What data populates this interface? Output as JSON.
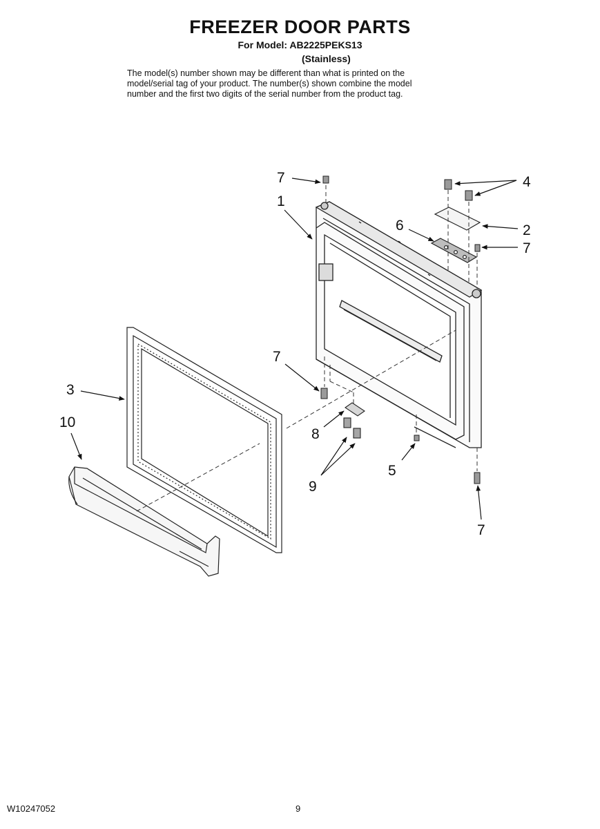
{
  "header": {
    "title": "FREEZER DOOR PARTS",
    "model_line": "For Model: AB2225PEKS13",
    "variant": "(Stainless)",
    "note_lines": [
      "The model(s) number shown may be different than what is printed on the",
      "model/serial tag of your product. The number(s) shown combine the model",
      "number and the first two digits of the serial number from the product tag."
    ]
  },
  "callouts": {
    "c7_top": "7",
    "c1": "1",
    "c4": "4",
    "c6": "6",
    "c2": "2",
    "c7_right": "7",
    "c7_mid": "7",
    "c3": "3",
    "c10": "10",
    "c8": "8",
    "c9": "9",
    "c5": "5",
    "c7_bottom": "7"
  },
  "footer": {
    "doc_number": "W10247052",
    "page_number": "9"
  }
}
